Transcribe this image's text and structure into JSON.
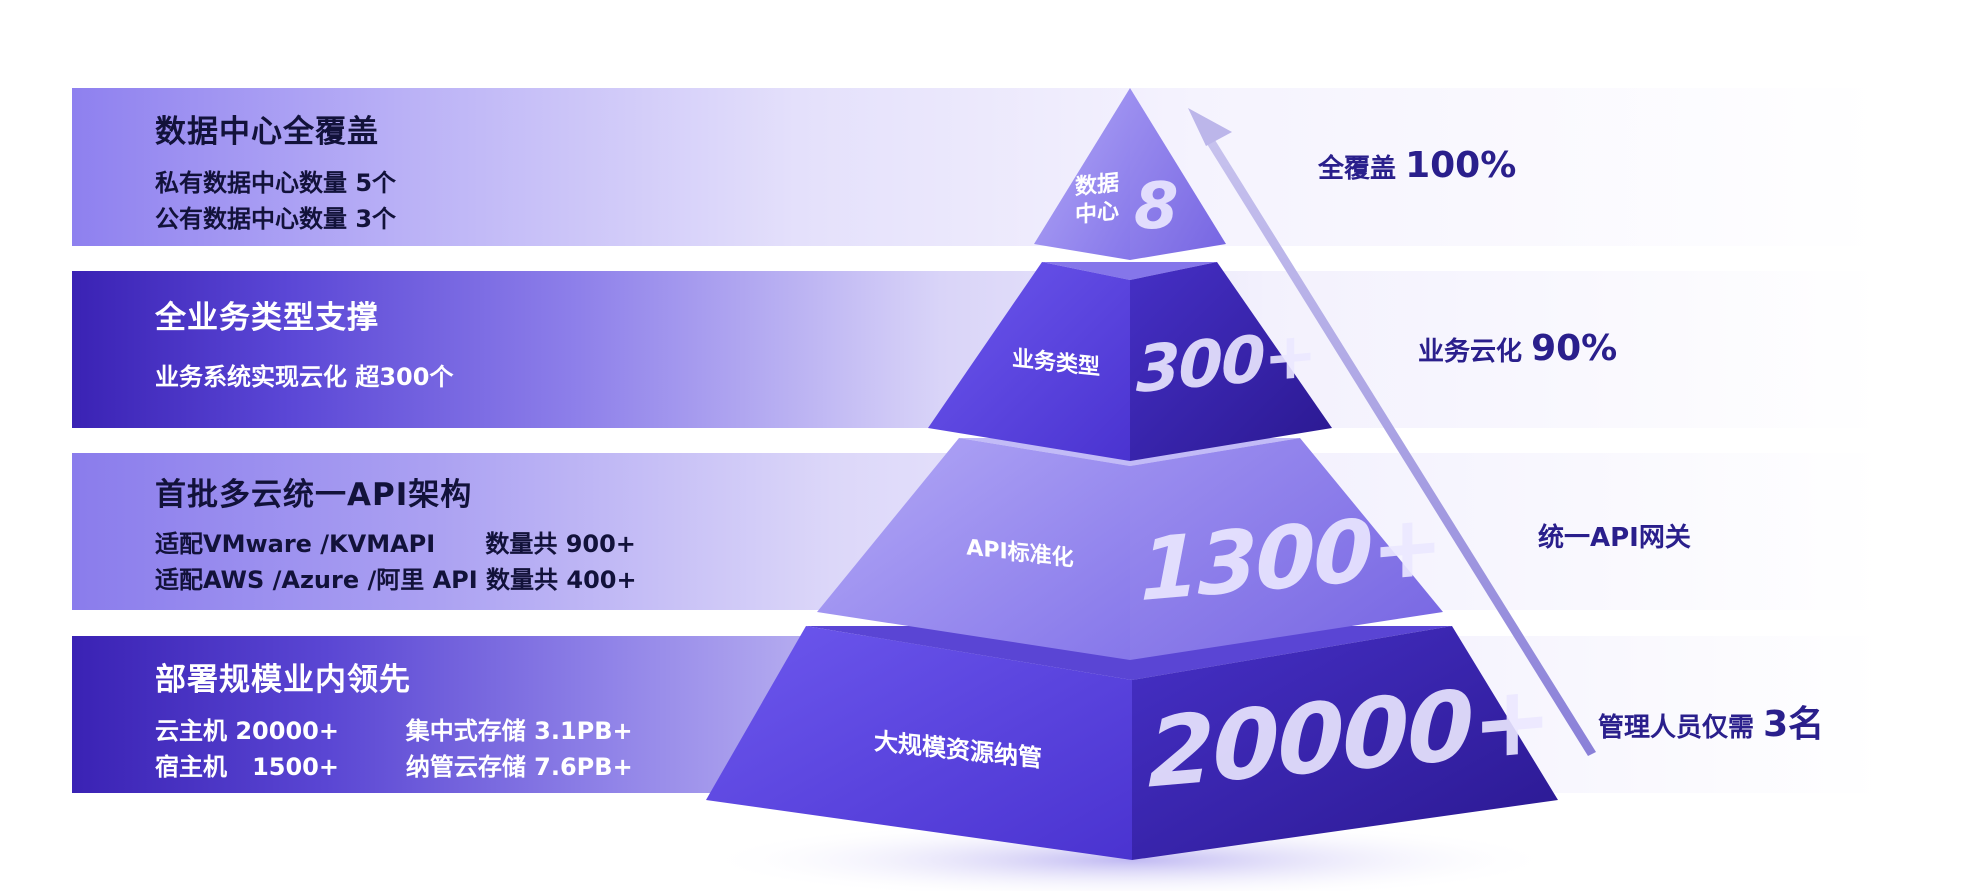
{
  "rows": [
    {
      "title": "数据中心全覆盖",
      "lines": [
        "私有数据中心数量 5个",
        "公有数据中心数量 3个"
      ]
    },
    {
      "title": "全业务类型支撑",
      "lines": [
        "业务系统实现云化 超300个"
      ]
    },
    {
      "title": "首批多云统一API架构",
      "lines": [
        "适配VMware /KVMAPI      数量共 900+",
        "适配AWS /Azure /阿里 API 数量共 400+"
      ]
    },
    {
      "title": "部署规模业内领先",
      "lines": [
        "云主机 20000+        集中式存储 3.1PB+",
        "宿主机   1500+        纳管云存储 7.6PB+"
      ]
    }
  ],
  "pyramid": {
    "tiers": [
      {
        "label": "数据\n中心",
        "number": "8"
      },
      {
        "label": "业务类型",
        "number": "300+"
      },
      {
        "label": "API标准化",
        "number": "1300+"
      },
      {
        "label": "大规模资源纳管",
        "number": "20000+"
      }
    ]
  },
  "right": [
    {
      "label": "全覆盖 ",
      "value": "100%"
    },
    {
      "label": "业务云化 ",
      "value": "90%"
    },
    {
      "label": "统一API网关",
      "value": ""
    },
    {
      "label": "管理人员仅需 ",
      "value": "3名"
    }
  ],
  "colors": {
    "dark_purple": "#3a22b4",
    "mid_purple": "#5b47d6",
    "light_purple": "#8e80ef",
    "text_dark": "#12123a",
    "stat_blue": "#2a1f8c"
  }
}
